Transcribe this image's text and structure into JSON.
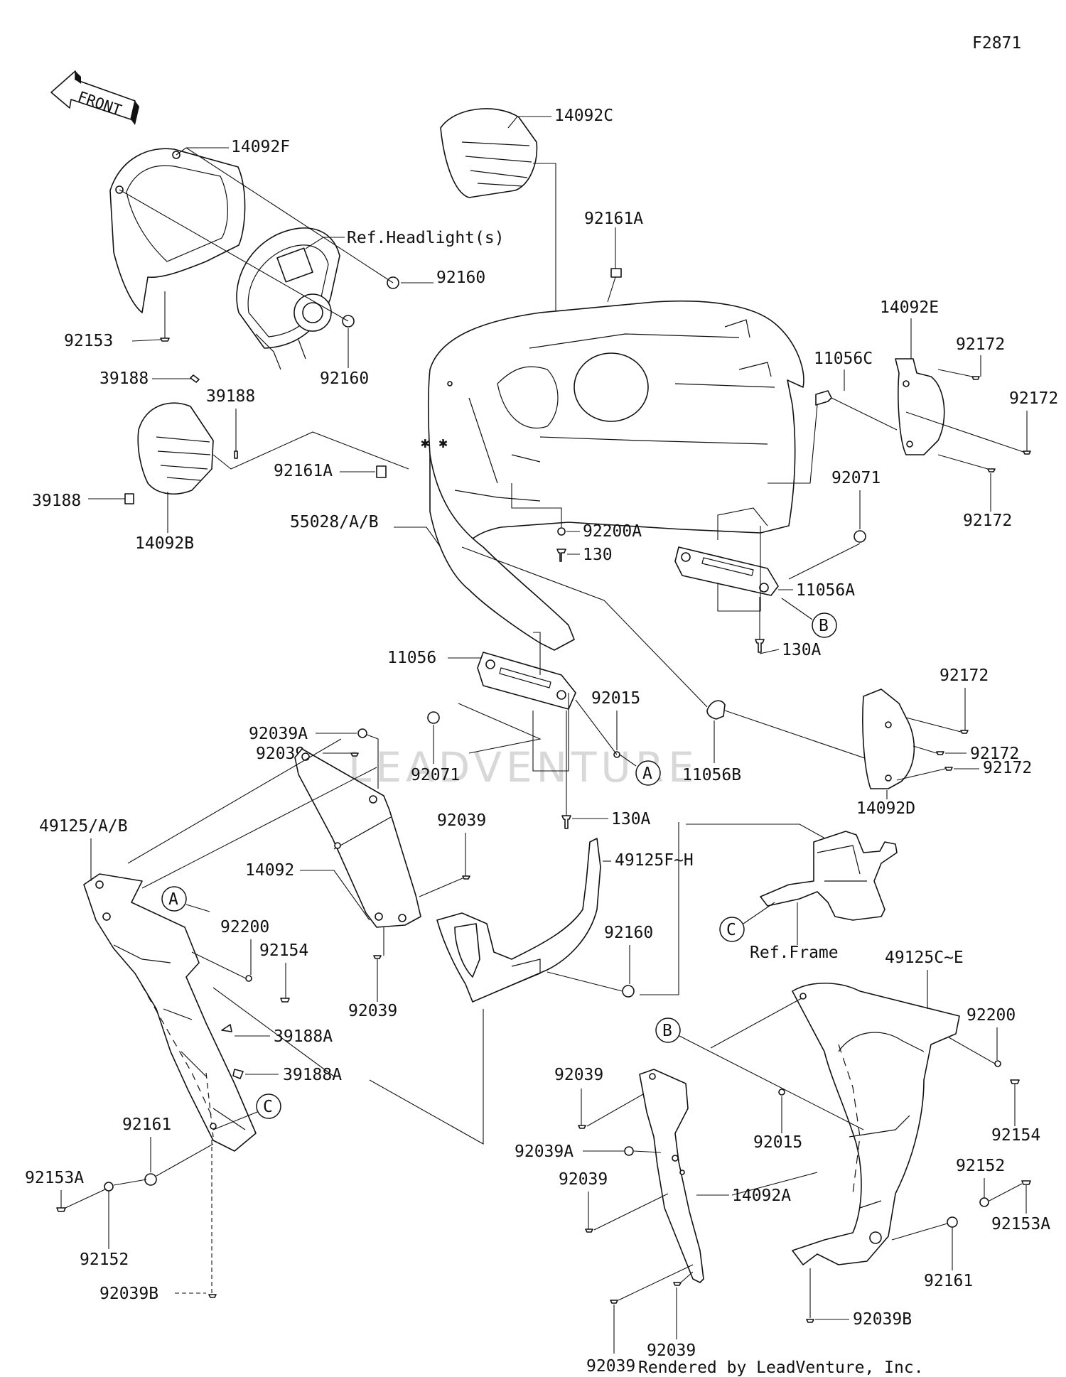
{
  "diagram_id": "F2871",
  "front_label": "FRONT",
  "watermark": "LEADVENTURE",
  "footer": "Rendered by LeadVenture, Inc.",
  "refs": {
    "headlight": "Ref.Headlight(s)",
    "frame": "Ref.Frame"
  },
  "circle_refs": {
    "a": "A",
    "b": "B",
    "c": "C"
  },
  "parts": {
    "p14092F": "14092F",
    "p14092C": "14092C",
    "p92161A": "92161A",
    "p92160": "92160",
    "p92153": "92153",
    "p39188": "39188",
    "p14092B": "14092B",
    "p55028": "55028/A/B",
    "p92200A": "92200A",
    "p130": "130",
    "p14092E": "14092E",
    "p92172": "92172",
    "p11056C": "11056C",
    "p92071": "92071",
    "p11056A": "11056A",
    "p130A": "130A",
    "p11056": "11056",
    "p92015": "92015",
    "p92039A": "92039A",
    "p92039": "92039",
    "p11056B": "11056B",
    "p14092D": "14092D",
    "p49125": "49125/A/B",
    "p14092": "14092",
    "p49125FH": "49125F~H",
    "p92200": "92200",
    "p92154": "92154",
    "p39188A": "39188A",
    "p92161": "92161",
    "p92153A": "92153A",
    "p92152": "92152",
    "p92039B": "92039B",
    "p49125CE": "49125C~E",
    "p14092A": "14092A"
  }
}
